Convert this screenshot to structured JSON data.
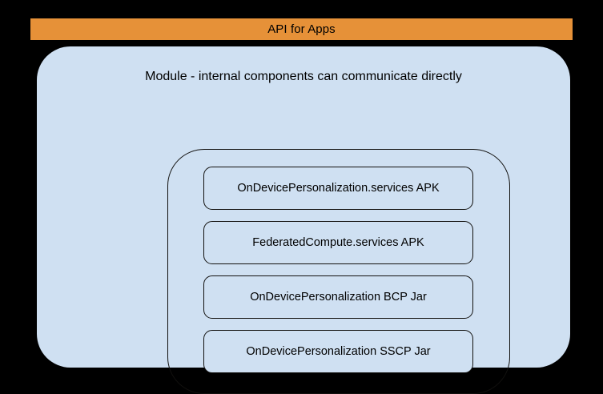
{
  "diagram": {
    "title": "API for Apps",
    "banner": {
      "label": "API for Apps",
      "color": "#e69138",
      "text_color": "#000000"
    },
    "module": {
      "caption": "Module - internal components can communicate directly",
      "fill_color": "#cfe0f2",
      "border_radius": "42px"
    },
    "internal_group": {
      "stroke_color": "#12110f",
      "description": "internal components boundary"
    },
    "components": [
      {
        "label": "OnDevicePersonalization.services APK"
      },
      {
        "label": "FederatedCompute.services APK"
      },
      {
        "label": "OnDevicePersonalization BCP Jar"
      },
      {
        "label": "OnDevicePersonalization SSCP Jar"
      }
    ]
  }
}
